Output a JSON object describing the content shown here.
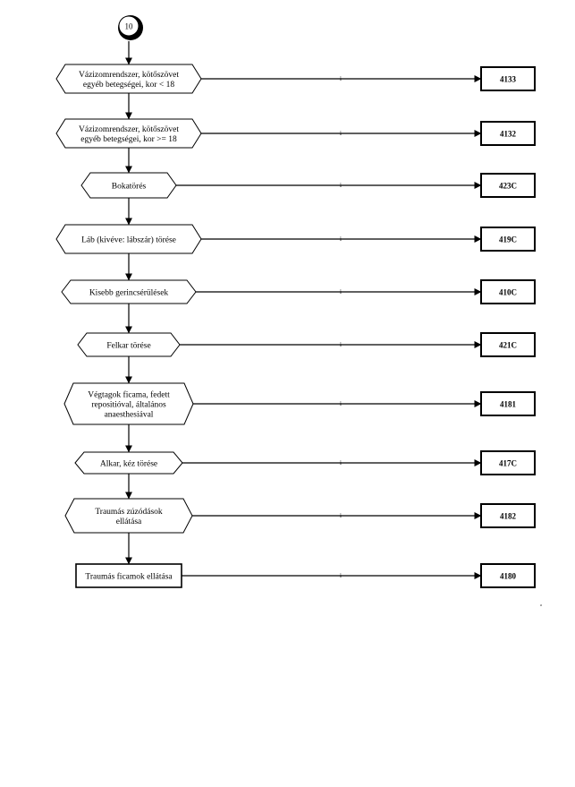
{
  "connector": {
    "label": "10"
  },
  "branch_label": "i",
  "corner_mark": "a",
  "rows": [
    {
      "lines": [
        "Vázizomrendszer, kötőszövet",
        "egyéb betegségei, kor < 18"
      ],
      "code": "4133",
      "shape": "hexagon"
    },
    {
      "lines": [
        "Vázizomrendszer, kötőszövet",
        "egyéb betegségei, kor >= 18"
      ],
      "code": "4132",
      "shape": "hexagon"
    },
    {
      "lines": [
        "Bokatörés"
      ],
      "code": "423C",
      "shape": "hexagon"
    },
    {
      "lines": [
        "Láb (kivéve: lábszár)  törése"
      ],
      "code": "419C",
      "shape": "hexagon"
    },
    {
      "lines": [
        "Kisebb gerincsérülések"
      ],
      "code": "410C",
      "shape": "hexagon"
    },
    {
      "lines": [
        "Felkar törése"
      ],
      "code": "421C",
      "shape": "hexagon"
    },
    {
      "lines": [
        "Végtagok ficama, fedett",
        "repositióval, általános",
        "anaesthesiával"
      ],
      "code": "4181",
      "shape": "hexagon"
    },
    {
      "lines": [
        "Alkar, kéz törése"
      ],
      "code": "417C",
      "shape": "hexagon"
    },
    {
      "lines": [
        "Traumás zúzódások",
        "ellátása"
      ],
      "code": "4182",
      "shape": "hexagon"
    },
    {
      "lines": [
        "Traumás ficamok ellátása"
      ],
      "code": "4180",
      "shape": "rect"
    }
  ]
}
